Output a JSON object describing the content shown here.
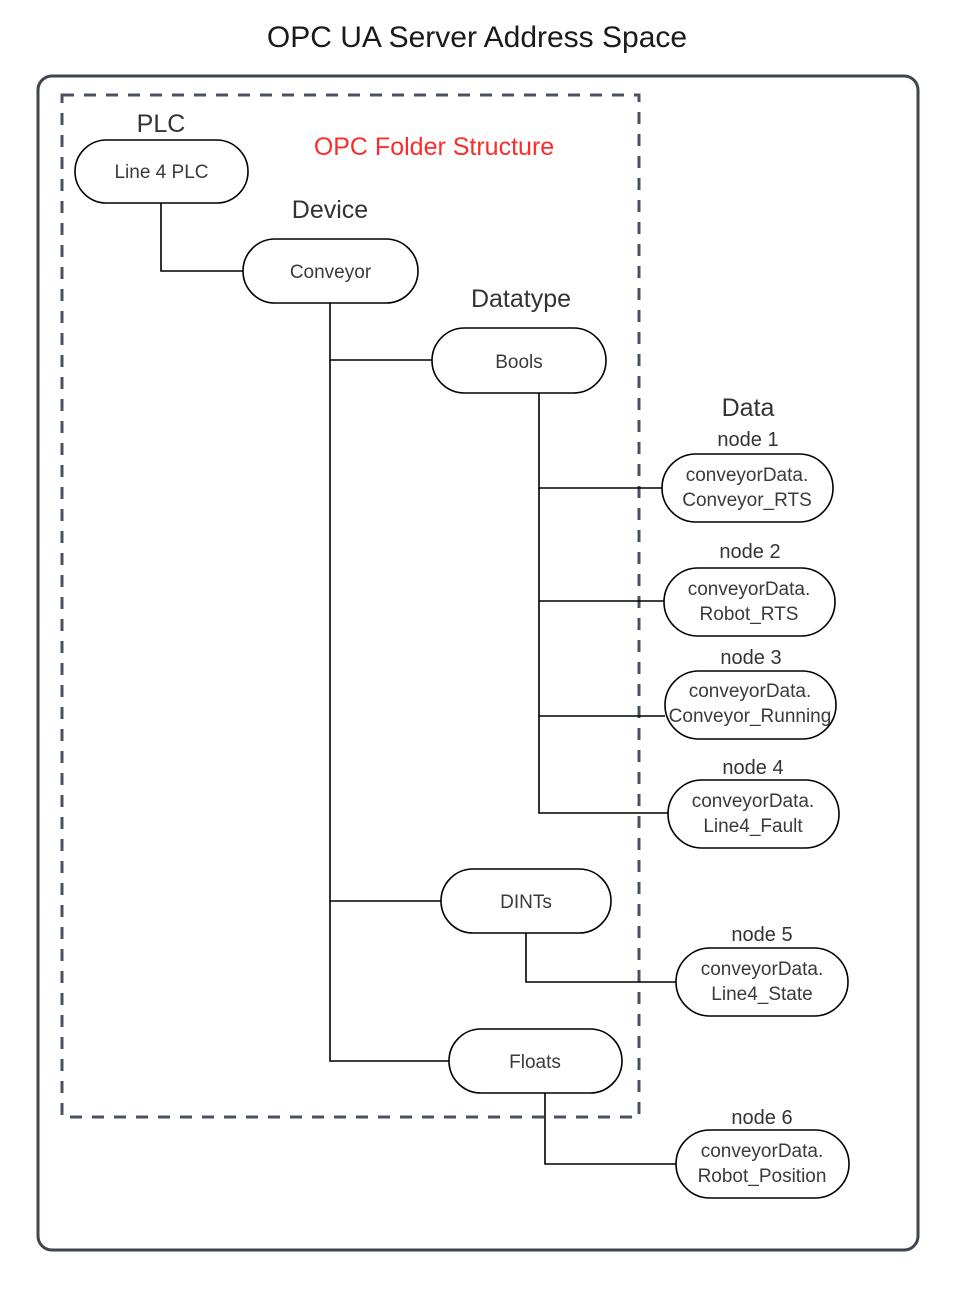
{
  "diagram": {
    "title": "OPC UA Server Address Space",
    "inner_title": "OPC Folder Structure",
    "accent_color": "#ff2b2b",
    "frame_color": "#3f4551",
    "columns": [
      {
        "id": "plc",
        "label": "PLC"
      },
      {
        "id": "device",
        "label": "Device"
      },
      {
        "id": "datatype",
        "label": "Datatype"
      },
      {
        "id": "data",
        "label": "Data"
      }
    ],
    "nodes": [
      {
        "id": "line4plc",
        "column": "plc",
        "text": "Line 4 PLC",
        "caption": ""
      },
      {
        "id": "conveyor",
        "column": "device",
        "text": "Conveyor",
        "caption": ""
      },
      {
        "id": "bools",
        "column": "datatype",
        "text": "Bools",
        "caption": ""
      },
      {
        "id": "dints",
        "column": "datatype",
        "text": "DINTs",
        "caption": ""
      },
      {
        "id": "floats",
        "column": "datatype",
        "text": "Floats",
        "caption": ""
      },
      {
        "id": "node1",
        "column": "data",
        "caption": "node 1",
        "line1": "conveyorData.",
        "line2": "Conveyor_RTS"
      },
      {
        "id": "node2",
        "column": "data",
        "caption": "node 2",
        "line1": "conveyorData.",
        "line2": "Robot_RTS"
      },
      {
        "id": "node3",
        "column": "data",
        "caption": "node 3",
        "line1": "conveyorData.",
        "line2": "Conveyor_Running"
      },
      {
        "id": "node4",
        "column": "data",
        "caption": "node 4",
        "line1": "conveyorData.",
        "line2": "Line4_Fault"
      },
      {
        "id": "node5",
        "column": "data",
        "caption": "node 5",
        "line1": "conveyorData.",
        "line2": "Line4_State"
      },
      {
        "id": "node6",
        "column": "data",
        "caption": "node 6",
        "line1": "conveyorData.",
        "line2": "Robot_Position"
      }
    ],
    "edges": [
      {
        "from": "line4plc",
        "to": "conveyor"
      },
      {
        "from": "conveyor",
        "to": "bools"
      },
      {
        "from": "conveyor",
        "to": "dints"
      },
      {
        "from": "conveyor",
        "to": "floats"
      },
      {
        "from": "bools",
        "to": "node1"
      },
      {
        "from": "bools",
        "to": "node2"
      },
      {
        "from": "bools",
        "to": "node3"
      },
      {
        "from": "bools",
        "to": "node4"
      },
      {
        "from": "dints",
        "to": "node5"
      },
      {
        "from": "floats",
        "to": "node6"
      }
    ]
  }
}
